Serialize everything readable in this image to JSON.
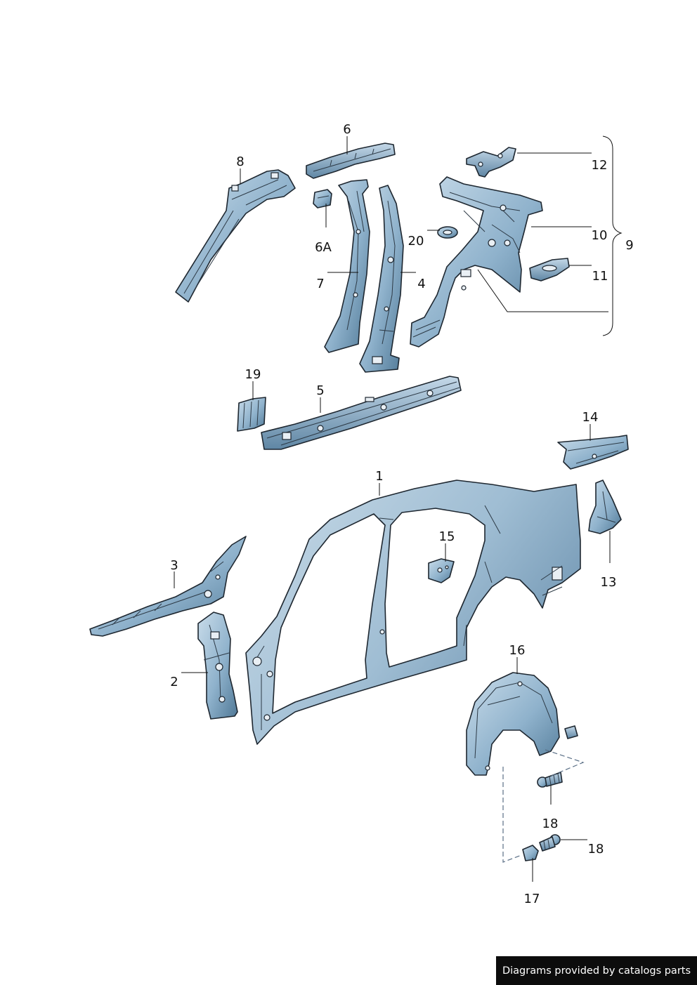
{
  "diagram": {
    "callouts": {
      "p1": "1",
      "p2": "2",
      "p3": "3",
      "p4": "4",
      "p5": "5",
      "p6": "6",
      "p6a": "6A",
      "p7": "7",
      "p8": "8",
      "p9": "9",
      "p10": "10",
      "p11": "11",
      "p12": "12",
      "p13": "13",
      "p14": "14",
      "p15": "15",
      "p16": "16",
      "p17": "17",
      "p18a": "18",
      "p18b": "18",
      "p19": "19",
      "p20": "20"
    },
    "colors": {
      "part_fill_light": "#c4d8e8",
      "part_fill_mid": "#8fb2cc",
      "part_fill_dark": "#4f7896",
      "outline": "#1e2730"
    }
  },
  "footer": {
    "credit": "Diagrams provided by catalogs parts"
  }
}
